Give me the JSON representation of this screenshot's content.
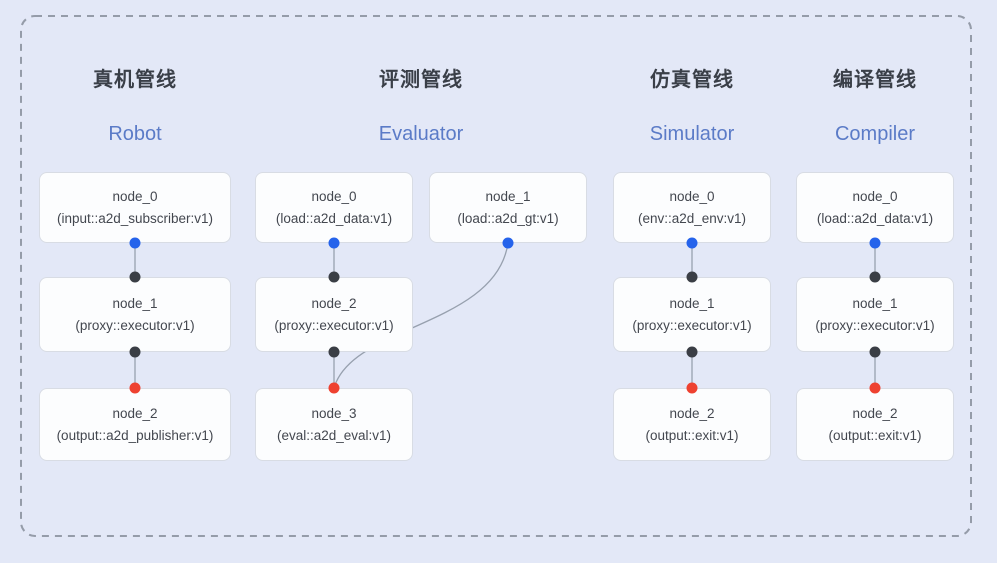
{
  "colors": {
    "background": "#e3e8f7",
    "frame_dash": "#959ca9",
    "edge_line": "#97a0ae",
    "title_text": "#3a3f48",
    "subtitle_text": "#5b7bc7",
    "node_bg": "#fcfdfe",
    "node_border": "#d8dce4",
    "node_text": "#43474f",
    "port_blue": "#2563eb",
    "port_black": "#3a3e45",
    "port_red": "#ee4130"
  },
  "pipelines": [
    {
      "title_cn": "真机管线",
      "title_en": "Robot",
      "nodes": [
        {
          "name": "node_0",
          "type": "(input::a2d_subscriber:v1)",
          "lane": 0,
          "row": 0,
          "ports": {
            "bottom": "blue"
          }
        },
        {
          "name": "node_1",
          "type": "(proxy::executor:v1)",
          "lane": 0,
          "row": 1,
          "ports": {
            "top": "black",
            "bottom": "black"
          }
        },
        {
          "name": "node_2",
          "type": "(output::a2d_publisher:v1)",
          "lane": 0,
          "row": 2,
          "ports": {
            "top": "red"
          }
        }
      ],
      "edges": [
        {
          "from": 0,
          "to": 1,
          "shape": "straight"
        },
        {
          "from": 1,
          "to": 2,
          "shape": "straight"
        }
      ]
    },
    {
      "title_cn": "评测管线",
      "title_en": "Evaluator",
      "nodes": [
        {
          "name": "node_0",
          "type": "(load::a2d_data:v1)",
          "lane": 1,
          "row": 0,
          "ports": {
            "bottom": "blue"
          }
        },
        {
          "name": "node_1",
          "type": "(load::a2d_gt:v1)",
          "lane": 2,
          "row": 0,
          "ports": {
            "bottom": "blue"
          }
        },
        {
          "name": "node_2",
          "type": "(proxy::executor:v1)",
          "lane": 1,
          "row": 1,
          "ports": {
            "top": "black",
            "bottom": "black"
          }
        },
        {
          "name": "node_3",
          "type": "(eval::a2d_eval:v1)",
          "lane": 1,
          "row": 2,
          "ports": {
            "top": "red"
          }
        }
      ],
      "edges": [
        {
          "from": 0,
          "to": 2,
          "shape": "straight"
        },
        {
          "from": 2,
          "to": 3,
          "shape": "straight"
        },
        {
          "from": 1,
          "to": 3,
          "shape": "curve"
        }
      ]
    },
    {
      "title_cn": "仿真管线",
      "title_en": "Simulator",
      "nodes": [
        {
          "name": "node_0",
          "type": "(env::a2d_env:v1)",
          "lane": 3,
          "row": 0,
          "ports": {
            "bottom": "blue"
          }
        },
        {
          "name": "node_1",
          "type": "(proxy::executor:v1)",
          "lane": 3,
          "row": 1,
          "ports": {
            "top": "black",
            "bottom": "black"
          }
        },
        {
          "name": "node_2",
          "type": "(output::exit:v1)",
          "lane": 3,
          "row": 2,
          "ports": {
            "top": "red"
          }
        }
      ],
      "edges": [
        {
          "from": 0,
          "to": 1,
          "shape": "straight"
        },
        {
          "from": 1,
          "to": 2,
          "shape": "straight"
        }
      ]
    },
    {
      "title_cn": "编译管线",
      "title_en": "Compiler",
      "nodes": [
        {
          "name": "node_0",
          "type": "(load::a2d_data:v1)",
          "lane": 4,
          "row": 0,
          "ports": {
            "bottom": "blue"
          }
        },
        {
          "name": "node_1",
          "type": "(proxy::executor:v1)",
          "lane": 4,
          "row": 1,
          "ports": {
            "top": "black",
            "bottom": "black"
          }
        },
        {
          "name": "node_2",
          "type": "(output::exit:v1)",
          "lane": 4,
          "row": 2,
          "ports": {
            "top": "red"
          }
        }
      ],
      "edges": [
        {
          "from": 0,
          "to": 1,
          "shape": "straight"
        },
        {
          "from": 1,
          "to": 2,
          "shape": "straight"
        }
      ]
    }
  ]
}
